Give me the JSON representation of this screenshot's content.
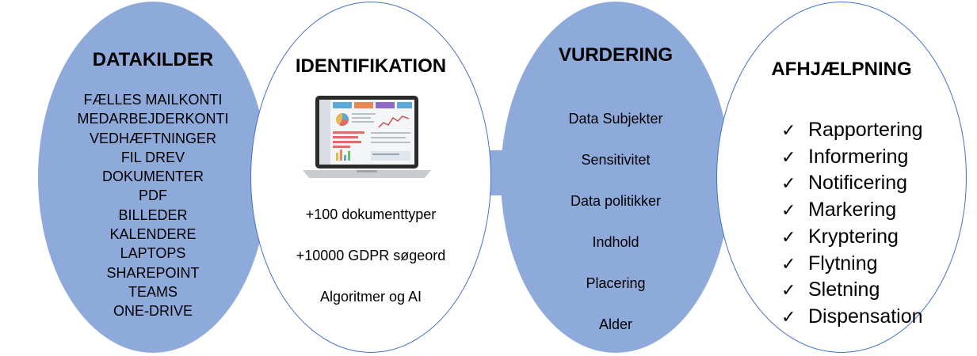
{
  "stages": [
    {
      "title": "DATAKILDER",
      "items": [
        "FÆLLES MAILKONTI",
        "MEDARBEJDERKONTI",
        "VEDHÆFTNINGER",
        "FIL DREV",
        "DOKUMENTER",
        "PDF",
        "BILLEDER",
        "KALENDERE",
        "LAPTOPS",
        "SHAREPOINT",
        "TEAMS",
        "ONE-DRIVE"
      ]
    },
    {
      "title": "IDENTIFIKATION",
      "image": "laptop-dashboard-icon",
      "items": [
        "+100 dokumenttyper",
        "+10000 GDPR søgeord",
        "Algoritmer og AI"
      ]
    },
    {
      "title": "VURDERING",
      "items": [
        "Data Subjekter",
        "Sensitivitet",
        "Data politikker",
        "Indhold",
        "Placering",
        "Alder"
      ]
    },
    {
      "title": "AFHJÆLPNING",
      "check_glyph": "✓",
      "items": [
        "Rapportering",
        "Informering",
        "Notificering",
        "Markering",
        "Kryptering",
        "Flytning",
        "Sletning",
        "Dispensation"
      ]
    }
  ],
  "colors": {
    "filled_ellipse": "#8eaadb",
    "outline": "#4472c4",
    "arrow": "#8eaadb"
  }
}
